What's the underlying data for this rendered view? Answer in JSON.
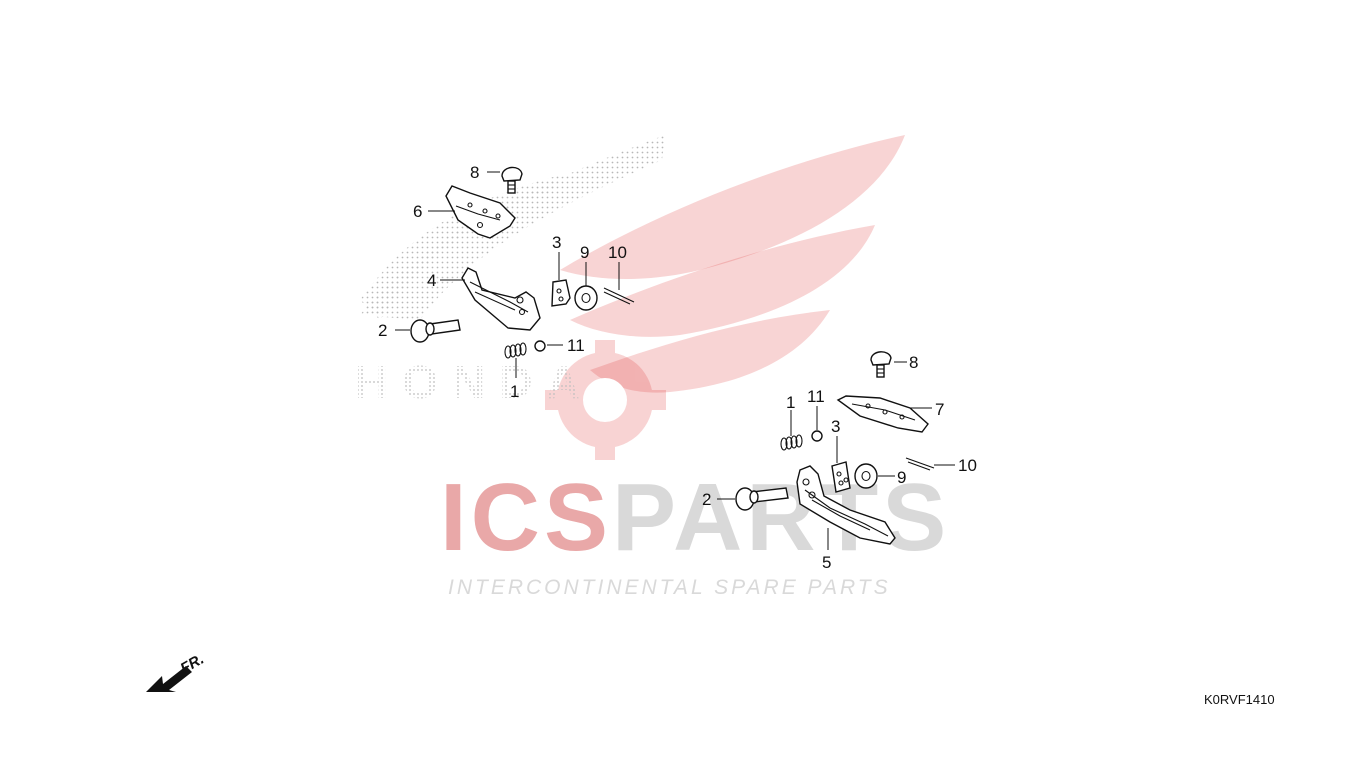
{
  "diagram": {
    "code": "K0RVF1410",
    "front_label": "FR."
  },
  "watermark": {
    "brand_a": "ICS",
    "brand_b": "PARTS",
    "tagline": "INTERCONTINENTAL SPARE PARTS",
    "emblem_text": "HONDA",
    "colors": {
      "red": "#e03a3a",
      "grey": "#cfcfcf",
      "dots": "#b5b5b5"
    }
  },
  "callouts": {
    "upper": {
      "c8": "8",
      "c6": "6",
      "c3": "3",
      "c9": "9",
      "c10": "10",
      "c4": "4",
      "c2": "2",
      "c11": "11",
      "c1": "1"
    },
    "lower": {
      "c8": "8",
      "c1": "1",
      "c11": "11",
      "c7": "7",
      "c3": "3",
      "c10": "10",
      "c2": "2",
      "c9": "9",
      "c5": "5"
    }
  }
}
